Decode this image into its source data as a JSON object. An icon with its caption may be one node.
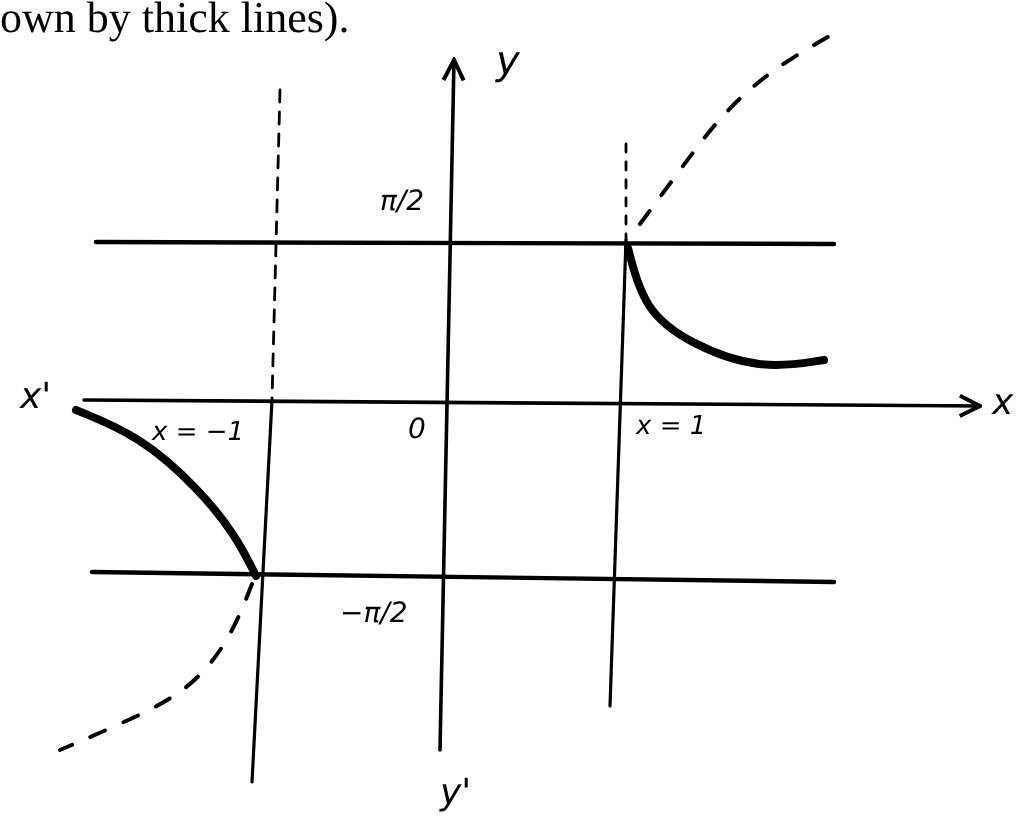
{
  "diagram": {
    "labels": [
      "own by thick lines).",
      "y",
      "π/2",
      "x'",
      "x = −1",
      "0",
      "x = 1",
      "x",
      "−π/2",
      "y'"
    ]
  }
}
